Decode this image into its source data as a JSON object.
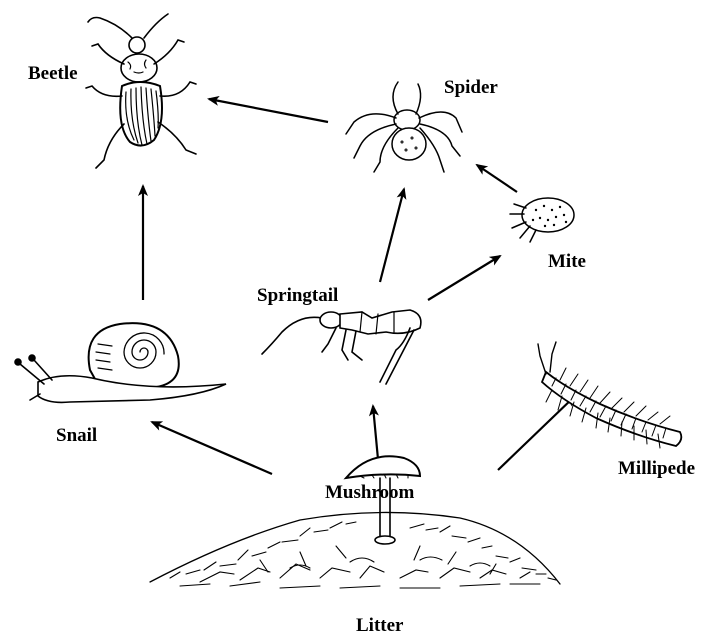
{
  "labels": {
    "beetle": "Beetle",
    "spider": "Spider",
    "mite": "Mite",
    "springtail": "Springtail",
    "snail": "Snail",
    "millipede": "Millipede",
    "mushroom": "Mushroom",
    "litter": "Litter"
  },
  "colors": {
    "ink": "#000000",
    "background": "#ffffff"
  }
}
